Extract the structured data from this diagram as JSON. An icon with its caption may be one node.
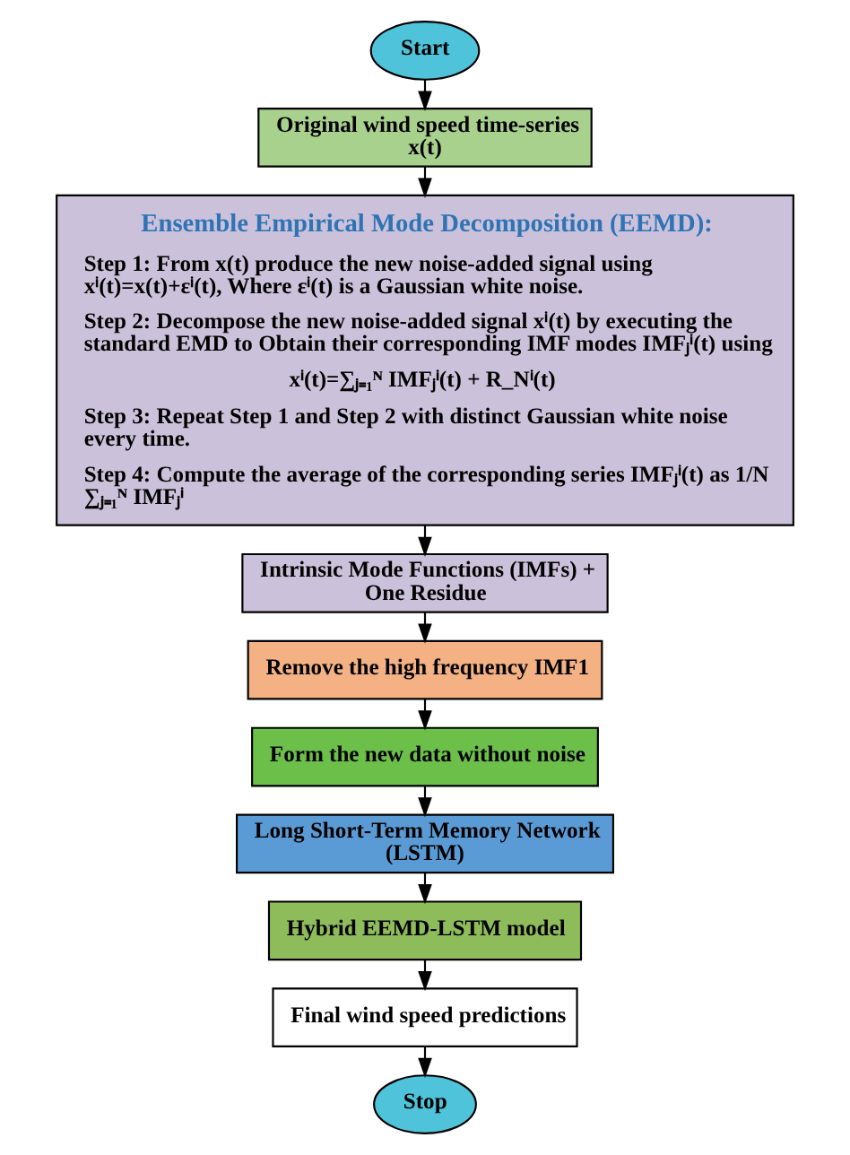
{
  "diagram": {
    "nodes": [
      {
        "text": [
          "Start"
        ]
      },
      {
        "text": [
          "Original wind speed time-series",
          "x(t)"
        ]
      },
      {
        "text": [
          "Ensemble Empirical Mode Decomposition (EEMD):",
          "Step 1: From x(t) produce the new noise-added signal using xⁱ(t)=x(t)+εⁱ(t), Where εⁱ(t) is a Gaussian white noise.",
          "Step 2: Decompose the new noise-added signal xⁱ(t) by executing the standard EMD to Obtain their corresponding IMF modes IMFⱼⁱ(t) using",
          "xⁱ(t)=∑ⱼ₌₁ᴺ IMFⱼⁱ(t) + R_Nⁱ(t)",
          "Step 3: Repeat Step 1 and Step 2 with distinct Gaussian white noise every time.",
          "Step 4: Compute the average of the corresponding series IMFⱼⁱ(t) as 1/N ∑ⱼ₌₁ᴺ IMFⱼⁱ"
        ]
      },
      {
        "text": [
          "Intrinsic Mode Functions (IMFs) + One Residue"
        ]
      },
      {
        "text": [
          "Remove the high frequency IMF1"
        ]
      },
      {
        "text": [
          "Form the new data without noise"
        ]
      },
      {
        "text": [
          "Long Short-Term Memory Network (LSTM)"
        ]
      },
      {
        "text": [
          "Hybrid EEMD-LSTM model"
        ]
      },
      {
        "text": [
          "Final wind speed predictions"
        ]
      },
      {
        "text": [
          "Stop"
        ]
      }
    ],
    "edges": [
      {
        "from": 0,
        "to": 1,
        "arrow": "to"
      },
      {
        "from": 1,
        "to": 2,
        "arrow": "to"
      },
      {
        "from": 2,
        "to": 3,
        "arrow": "to"
      },
      {
        "from": 3,
        "to": 4,
        "arrow": "to"
      },
      {
        "from": 4,
        "to": 5,
        "arrow": "to"
      },
      {
        "from": 5,
        "to": 6,
        "arrow": "to"
      },
      {
        "from": 6,
        "to": 7,
        "arrow": "to"
      },
      {
        "from": 7,
        "to": 8,
        "arrow": "to"
      },
      {
        "from": 8,
        "to": 9,
        "arrow": "to"
      }
    ]
  }
}
